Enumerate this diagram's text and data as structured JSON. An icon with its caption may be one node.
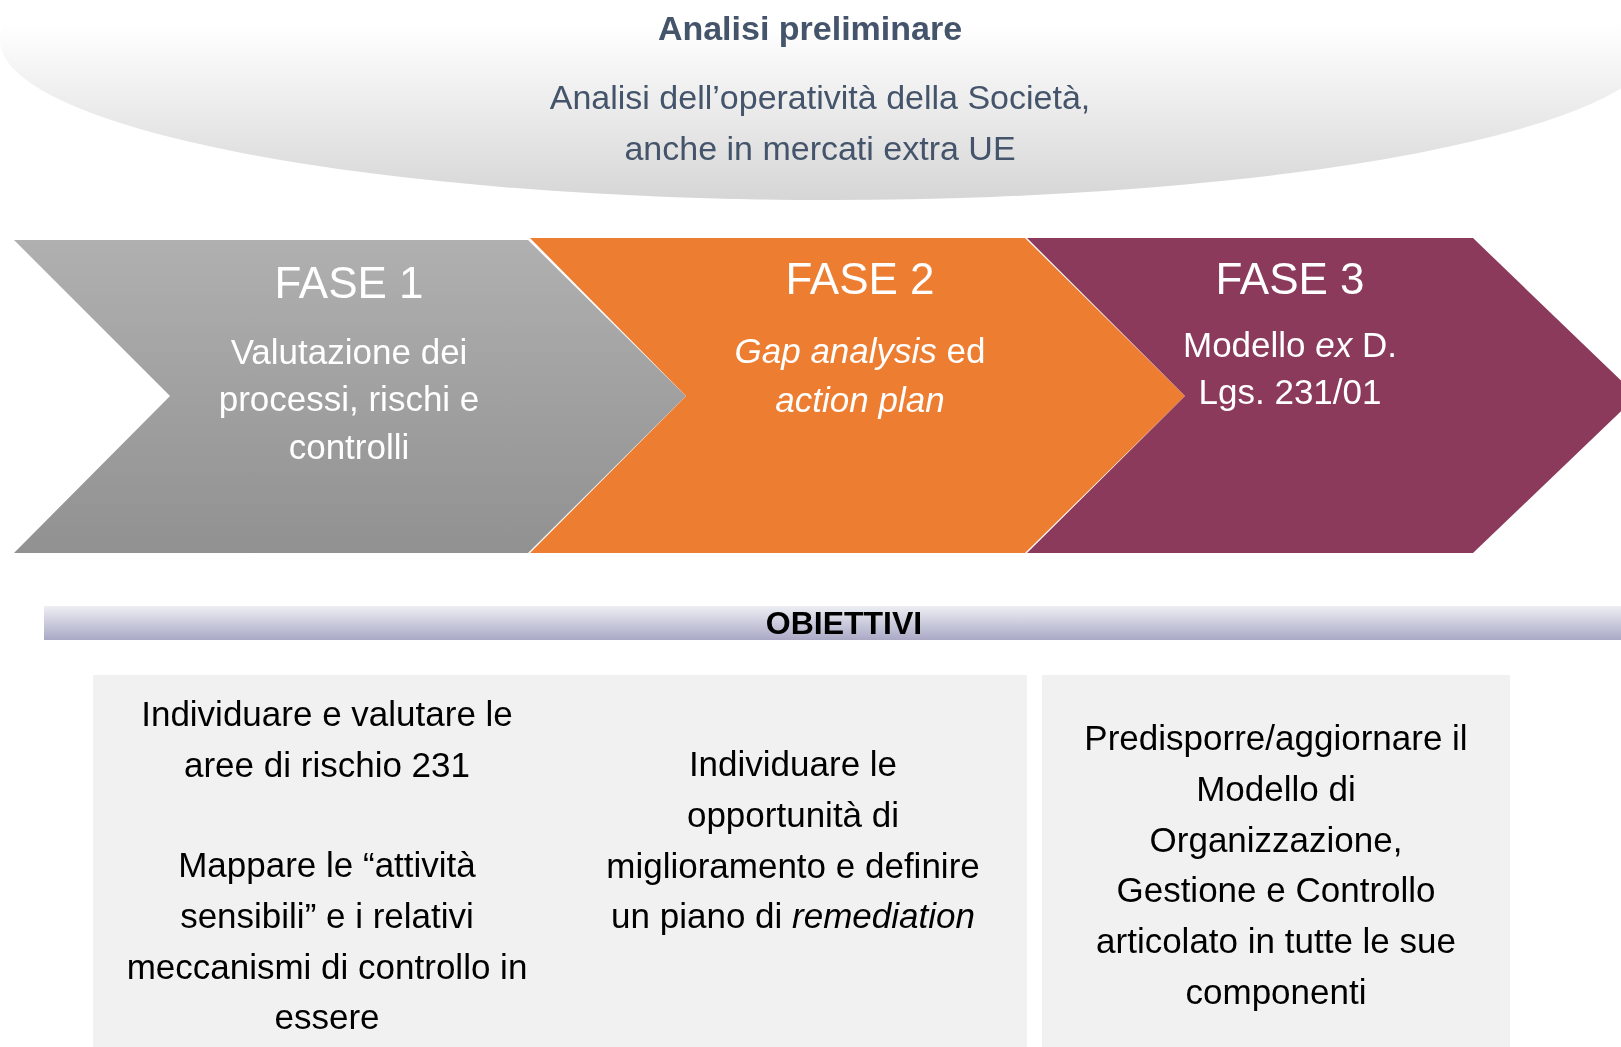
{
  "diagram": {
    "nodes": [
      {
        "text": [
          "Analisi preliminare",
          "Analisi dell’operatività della Società, anche in mercati extra UE"
        ]
      },
      {
        "text": [
          "FASE 1",
          "Valutazione dei processi, rischi e controlli"
        ]
      },
      {
        "text": [
          "FASE 2",
          "*Gap analysis* ed *action plan*"
        ]
      },
      {
        "text": [
          "FASE 3",
          "Modello *ex* D. Lgs. 231/01"
        ]
      },
      {
        "text": [
          "OBIETTIVI"
        ]
      },
      {
        "text": [
          "Individuare e valutare le aree di rischio 231",
          "Mappare le “attività sensibili” e i relativi meccanismi di controllo in essere",
          "Individuare le opportunità di miglioramento e definire un piano di *remediation*"
        ]
      },
      {
        "text": [
          "Predisporre/aggiornare il Modello di Organizzazione, Gestione e Controllo articolato in tutte le sue componenti"
        ]
      }
    ]
  }
}
